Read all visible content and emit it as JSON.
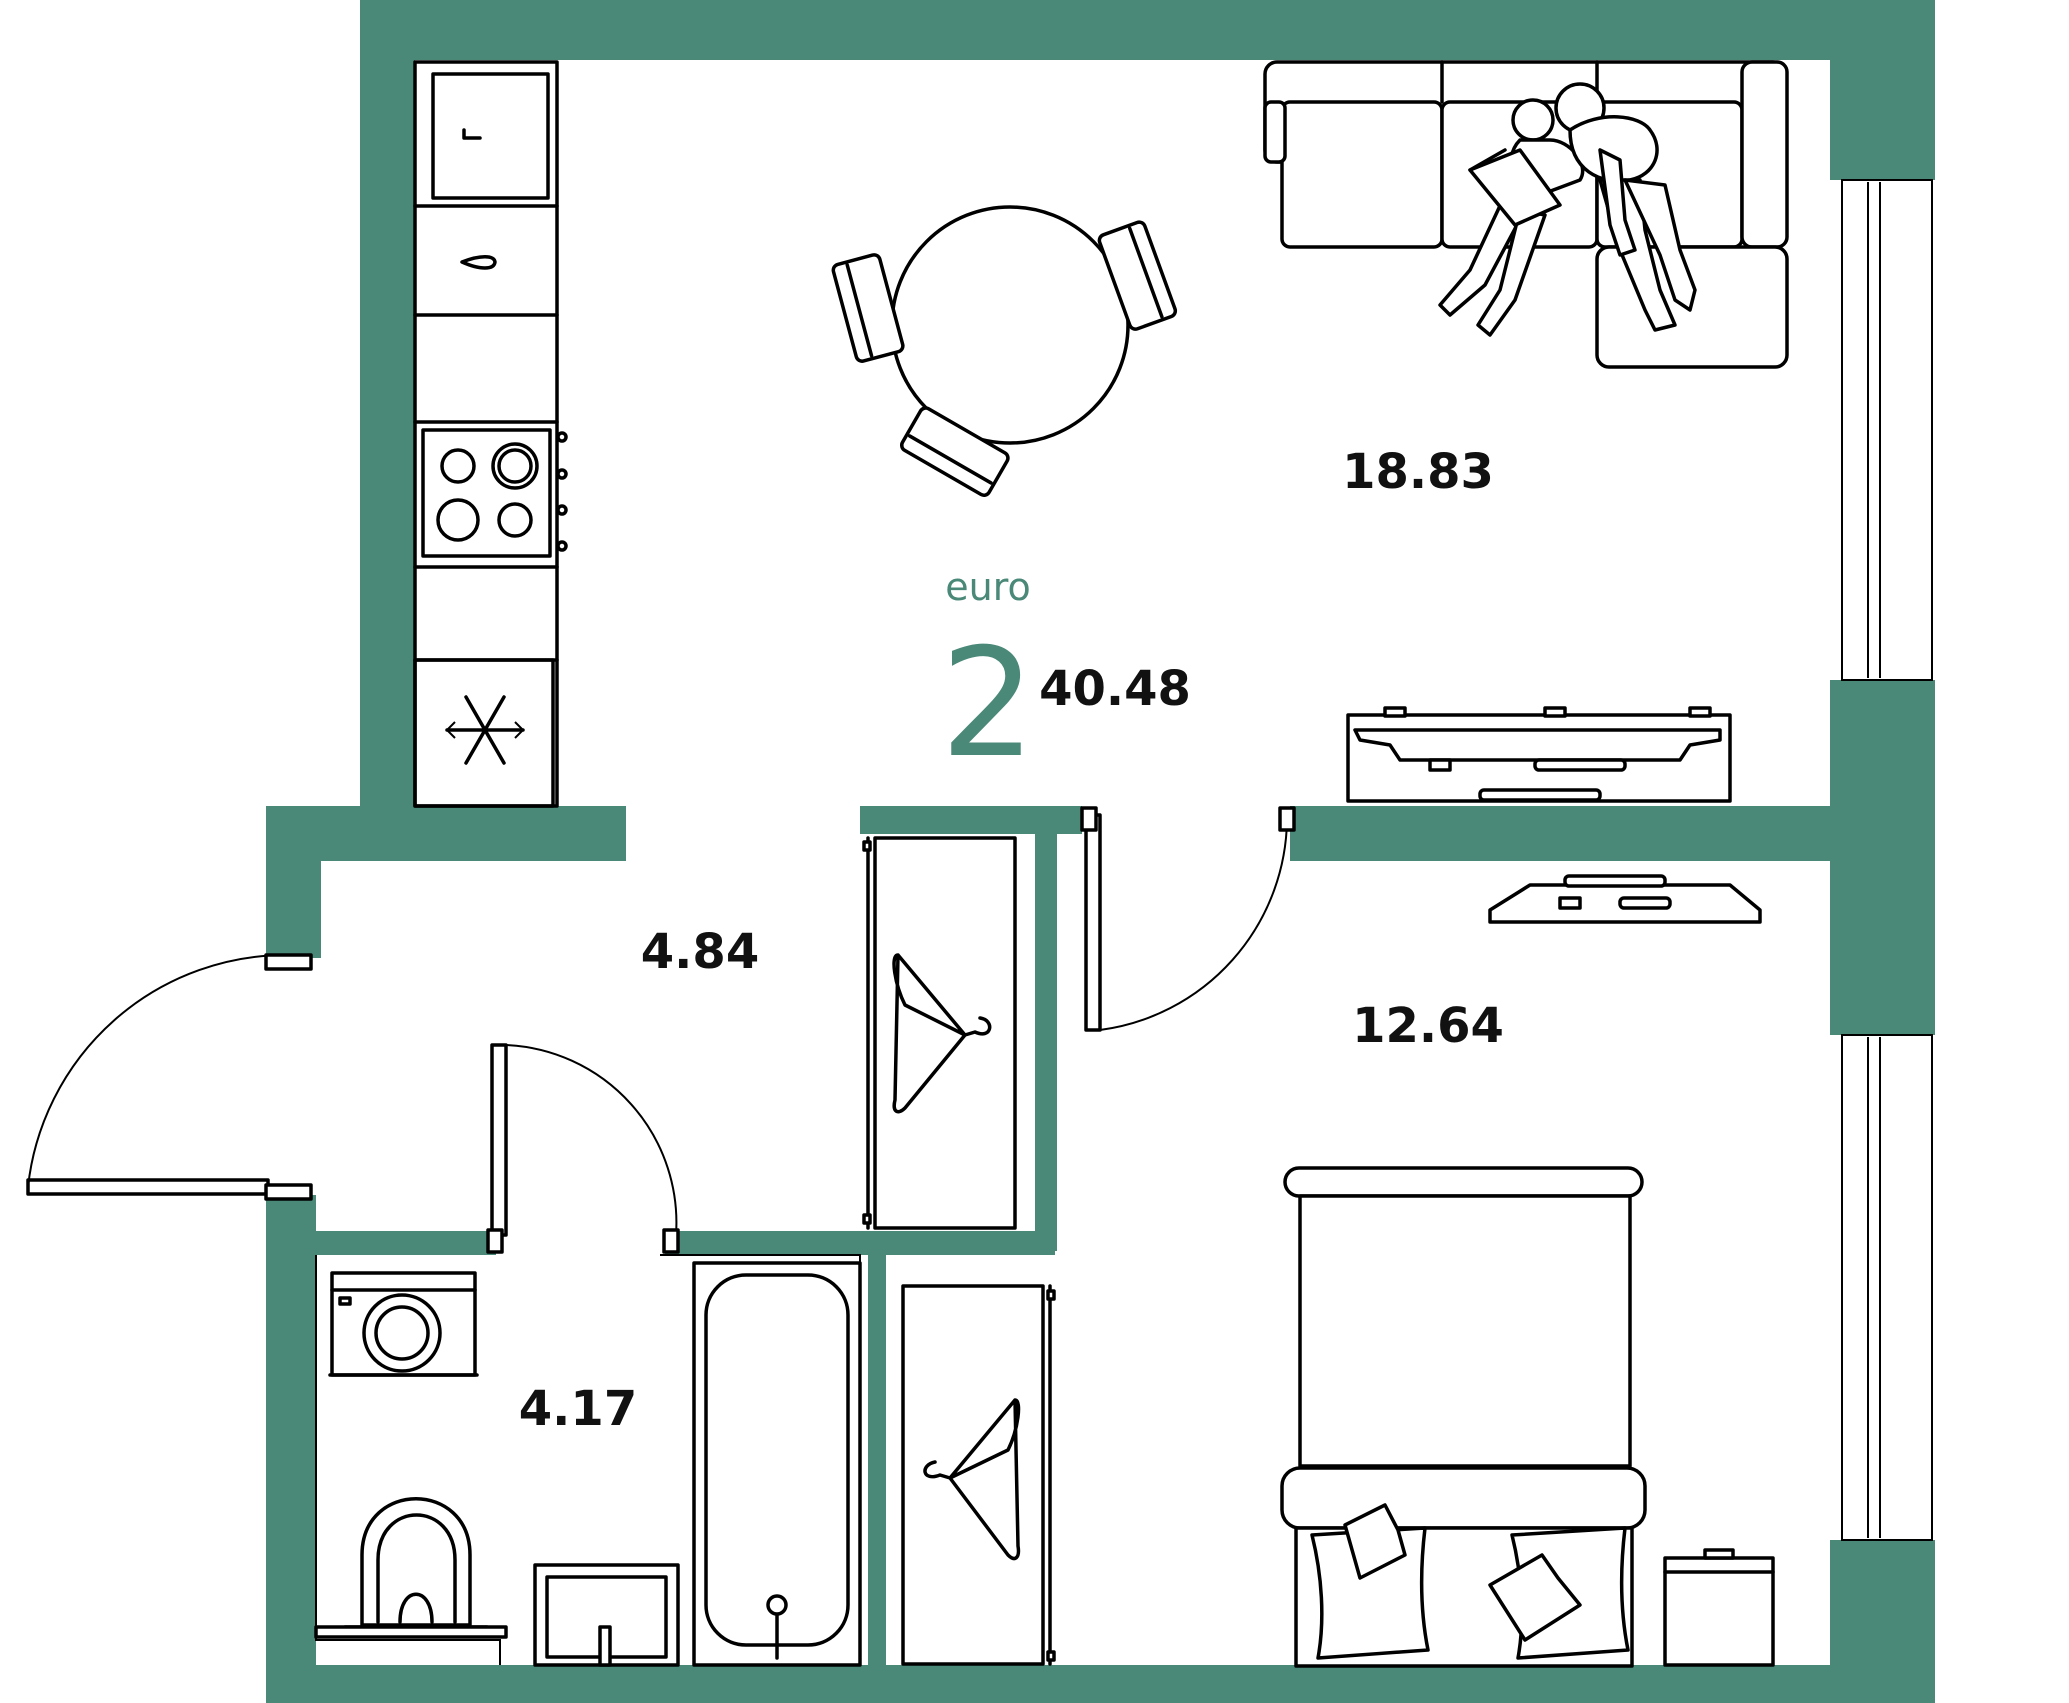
{
  "colors": {
    "wall": "#4a8878",
    "accent": "#4a8878",
    "line": "#000000",
    "background": "#ffffff"
  },
  "apartment": {
    "type_label": "euro",
    "rooms_count": "2",
    "total_area": "40.48"
  },
  "rooms": {
    "living_kitchen": {
      "area": "18.83"
    },
    "bedroom": {
      "area": "12.64"
    },
    "hallway": {
      "area": "4.84"
    },
    "bathroom": {
      "area": "4.17"
    }
  },
  "icons": [
    "sink-icon",
    "dishwasher-icon",
    "stove-icon",
    "fridge-icon",
    "dining-table-icon",
    "sofa-icon",
    "people-icon",
    "tv-icon",
    "wardrobe-icon",
    "hanger-icon",
    "washing-machine-icon",
    "toilet-icon",
    "washbasin-icon",
    "bathtub-icon",
    "bed-icon",
    "pillow-icon",
    "nightstand-icon",
    "door-icon",
    "window-icon"
  ]
}
